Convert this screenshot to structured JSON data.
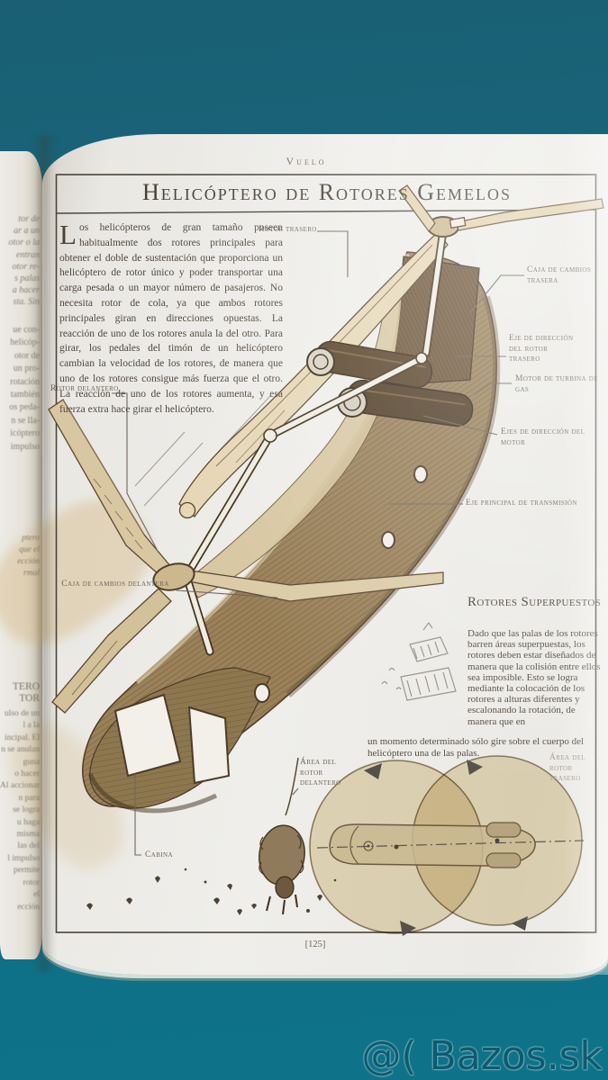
{
  "photo": {
    "background_color": "#116c83",
    "watermark": "@( Bazos.sk"
  },
  "left_page": {
    "fragments_top": [
      "tor de",
      "ar a un",
      "otor o la",
      "entran",
      "otor re-",
      "s palas",
      "a hacer",
      "sta. Sin"
    ],
    "fragments_mid": [
      "ue con-",
      "helicóp-",
      "otor de",
      "un pro-",
      "rotación",
      "también",
      "os peda-",
      "n se lla-",
      "icóptero",
      "impulso"
    ],
    "fragments_italic": [
      "ptero",
      "que el",
      "ección",
      "rmal"
    ],
    "fragments_heading": [
      "TERO",
      "TOR"
    ],
    "fragments_bottom": [
      "ulso de un",
      "l a la",
      "incipal. El",
      "n se anulan",
      "guna",
      "o hacer",
      "Al accionar",
      "n para",
      "se logra",
      "u haga",
      "misma",
      "las del",
      "l impulso",
      "permite",
      "rotor",
      "el",
      "ección"
    ]
  },
  "page": {
    "section_header": "Vuelo",
    "title": "Helicóptero de Rotores Gemelos",
    "page_number": "[125]",
    "intro": {
      "drop_cap": "L",
      "text": "os helicópteros de gran tamaño poseen habitualmente dos rotores principales para obtener el doble de sustentación que proporciona un helicóptero de rotor único y poder transportar una carga pesada o un mayor número de pasajeros. No necesita rotor de cola, ya que ambos rotores principales giran en direcciones opuestas. La reacción de uno de los rotores anula la del otro. Para girar, los pedales del timón de un helicóptero cambian la velocidad de los rotores, de manera que uno de los rotores consigue más fuerza que el otro. La reacción de uno de los rotores aumenta, y esa fuerza extra hace girar el helicóptero."
    },
    "labels": {
      "rotor_trasero": "Rotor trasero",
      "caja_cambios_trasera": "Caja de cambios trasera",
      "eje_direccion_rotor_trasero": "Eje de dirección del rotor trasero",
      "motor_turbina_gas": "Motor de turbina de gas",
      "ejes_direccion_motor": "Ejes de dirección del motor",
      "eje_principal_transmision": "Eje principal de transmisión",
      "caja_cambios_delantera": "Caja de cambios delantera",
      "rotor_delantero": "Rotor delantero",
      "cabina": "Cabina",
      "area_rotor_delantero": "Área del rotor delantero",
      "area_rotor_trasero": "Área del rotor trasero"
    },
    "sidebar": {
      "heading": "Rotores Superpuestos",
      "body_col": "Dado que las palas de los rotores barren áreas superpuestas, los rotores deben estar diseñados de manera que la colisión entre ellos sea imposible. Esto se logra mediante la colocación de los rotores a alturas diferentes y escalonando la rotación, de manera que en",
      "body_wide": "un momento determinado sólo gire sobre el cuerpo del helicóptero una de las palas."
    }
  }
}
